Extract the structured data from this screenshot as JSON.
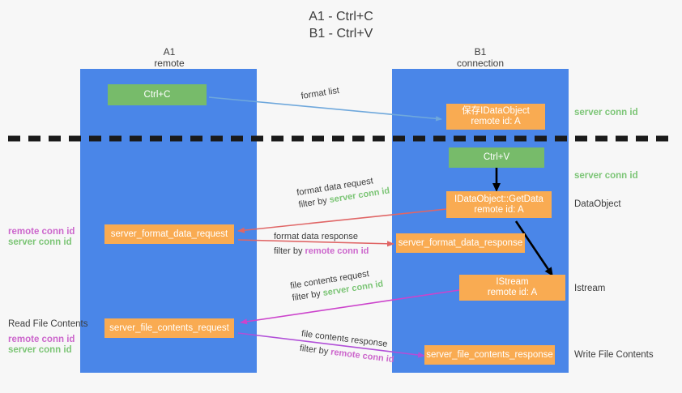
{
  "title": "A1 - Ctrl+C\nB1 - Ctrl+V",
  "colors": {
    "lane": "#4a86e8",
    "box_orange": "#f9ab52",
    "box_green": "#77bb6a",
    "server_conn": "#7cc576",
    "remote_conn": "#cc66cc",
    "arrow_blue": "#6fa8dc",
    "arrow_red": "#e06666",
    "arrow_magenta": "#cc44cc",
    "arrow_purple": "#b14fd8",
    "arrow_black": "#000000",
    "divider": "#1a1a1a",
    "background": "#f7f7f7"
  },
  "columns": [
    {
      "name": "A1",
      "role": "remote"
    },
    {
      "name": "B1",
      "role": "connection"
    }
  ],
  "boxes": {
    "ctrl_c": {
      "line1": "Ctrl+C",
      "line2": ""
    },
    "ctrl_v": {
      "line1": "Ctrl+V",
      "line2": ""
    },
    "save_dataobject": {
      "line1": "保存IDataObject",
      "line2": "remote id: A"
    },
    "idataobject_getdata": {
      "line1": "IDataObject::GetData",
      "line2": "remote id: A"
    },
    "istream": {
      "line1": "IStream",
      "line2": "remote id: A"
    },
    "server_format_data_request": {
      "line1": "server_format_data_request",
      "line2": ""
    },
    "server_format_data_response": {
      "line1": "server_format_data_response",
      "line2": ""
    },
    "server_file_contents_request": {
      "line1": "server_file_contents_request",
      "line2": ""
    },
    "server_file_contents_response": {
      "line1": "server_file_contents_response",
      "line2": ""
    }
  },
  "side_labels": {
    "server_conn_id_top": "server conn id",
    "server_conn_id_mid": "server conn id",
    "dataobject": "DataObject",
    "istream": "Istream",
    "write_file_contents": "Write File Contents",
    "read_file_contents": "Read File Contents",
    "remote_conn_id_left_1": "remote conn id",
    "server_conn_id_left_1": "server conn id",
    "remote_conn_id_left_2": "remote conn id",
    "server_conn_id_left_2": "server conn id"
  },
  "flows": {
    "format_list": {
      "label": "format list"
    },
    "format_data_request": {
      "line1": "format data request",
      "filter_prefix": "filter by ",
      "filter_value": "server conn id"
    },
    "format_data_response": {
      "line1": "format data response",
      "filter_prefix": "filter by ",
      "filter_value": "remote conn id"
    },
    "file_contents_request": {
      "line1": "file contents request",
      "filter_prefix": "filter by ",
      "filter_value": "server conn id"
    },
    "file_contents_response": {
      "line1": "file contents response",
      "filter_prefix": "filter by ",
      "filter_value": "remote conn id"
    }
  }
}
